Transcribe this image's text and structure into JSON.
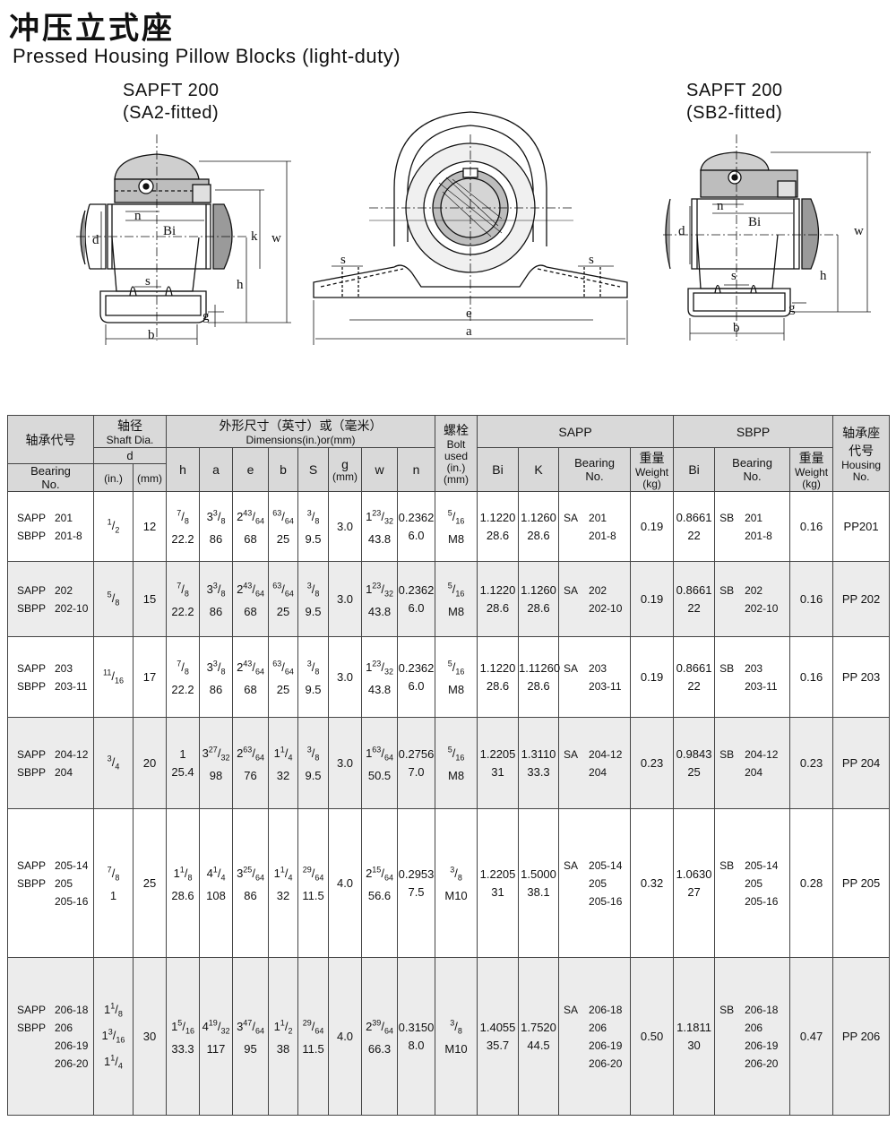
{
  "header": {
    "title_cn": "冲压立式座",
    "title_en": "Pressed Housing Pillow Blocks (light-duty)",
    "left_caption": [
      "SAPFT 200",
      "(SA2-fitted)"
    ],
    "right_caption": [
      "SAPFT 200",
      "(SB2-fitted)"
    ]
  },
  "drawing": {
    "left_labels": [
      "n",
      "Bi",
      "d",
      "k",
      "w",
      "s",
      "h",
      "g",
      "b"
    ],
    "center_labels": [
      "s",
      "s",
      "e",
      "a"
    ],
    "right_labels": [
      "n",
      "Bi",
      "d",
      "w",
      "s",
      "h",
      "g",
      "b"
    ]
  },
  "table": {
    "h_model_cn": "轴承代号",
    "h_model_en": [
      "Bearing",
      "No."
    ],
    "h_shaft_cn": "轴径",
    "h_shaft_en": "Shaft Dia.",
    "h_d": "d",
    "h_in": "(in.)",
    "h_mm": "(mm)",
    "h_dims_cn": "外形尺寸（英寸）或（毫米）",
    "h_dims_en": "Dimensions(in.)or(mm)",
    "h_cols": [
      "h",
      "a",
      "e",
      "b",
      "S"
    ],
    "h_g": "g",
    "h_g_unit": "(mm)",
    "h_w": "w",
    "h_n": "n",
    "h_bolt_cn": "螺栓",
    "h_bolt_en": [
      "Bolt",
      "used",
      "(in.)",
      "(mm)"
    ],
    "h_sapp": "SAPP",
    "h_sbpp": "SBPP",
    "h_bi": "Bi",
    "h_k": "K",
    "h_bearing_no": [
      "Bearing",
      "No."
    ],
    "h_weight_cn": "重量",
    "h_weight_en": [
      "Weight",
      "(kg)"
    ],
    "h_housing_cn": [
      "轴承座",
      "代号"
    ],
    "h_housing_en": [
      "Housing",
      "No."
    ],
    "rows": [
      {
        "prefix": [
          "SAPP",
          "SBPP"
        ],
        "models": [
          "201",
          "201-8"
        ],
        "shaft_in": [
          "1/2"
        ],
        "shaft_mm": "12",
        "h": [
          "7/8",
          "22.2"
        ],
        "a": [
          "3 3/8",
          "86"
        ],
        "e": [
          "2 43/64",
          "68"
        ],
        "b": [
          "63/64",
          "25"
        ],
        "s": [
          "3/8",
          "9.5"
        ],
        "g": "3.0",
        "w": [
          "1 23/32",
          "43.8"
        ],
        "n": [
          "0.2362",
          "6.0"
        ],
        "bolt": [
          "5/16",
          "M8"
        ],
        "sapp_bi": [
          "1.1220",
          "28.6"
        ],
        "sapp_k": [
          "1.1260",
          "28.6"
        ],
        "sapp_pfx": "SA",
        "sapp_no": [
          "201",
          "201-8"
        ],
        "sapp_wt": "0.19",
        "sbpp_bi": [
          "0.8661",
          "22"
        ],
        "sbpp_pfx": "SB",
        "sbpp_no": [
          "201",
          "201-8"
        ],
        "sbpp_wt": "0.16",
        "housing": "PP201"
      },
      {
        "prefix": [
          "SAPP",
          "SBPP"
        ],
        "models": [
          "202",
          "202-10"
        ],
        "shaft_in": [
          "5/8"
        ],
        "shaft_mm": "15",
        "h": [
          "7/8",
          "22.2"
        ],
        "a": [
          "3 3/8",
          "86"
        ],
        "e": [
          "2 43/64",
          "68"
        ],
        "b": [
          "63/64",
          "25"
        ],
        "s": [
          "3/8",
          "9.5"
        ],
        "g": "3.0",
        "w": [
          "1 23/32",
          "43.8"
        ],
        "n": [
          "0.2362",
          "6.0"
        ],
        "bolt": [
          "5/16",
          "M8"
        ],
        "sapp_bi": [
          "1.1220",
          "28.6"
        ],
        "sapp_k": [
          "1.1260",
          "28.6"
        ],
        "sapp_pfx": "SA",
        "sapp_no": [
          "202",
          "202-10"
        ],
        "sapp_wt": "0.19",
        "sbpp_bi": [
          "0.8661",
          "22"
        ],
        "sbpp_pfx": "SB",
        "sbpp_no": [
          "202",
          "202-10"
        ],
        "sbpp_wt": "0.16",
        "housing": "PP 202"
      },
      {
        "prefix": [
          "SAPP",
          "SBPP"
        ],
        "models": [
          "203",
          "203-11"
        ],
        "shaft_in": [
          "11/16"
        ],
        "shaft_mm": "17",
        "h": [
          "7/8",
          "22.2"
        ],
        "a": [
          "3 3/8",
          "86"
        ],
        "e": [
          "2 43/64",
          "68"
        ],
        "b": [
          "63/64",
          "25"
        ],
        "s": [
          "3/8",
          "9.5"
        ],
        "g": "3.0",
        "w": [
          "1 23/32",
          "43.8"
        ],
        "n": [
          "0.2362",
          "6.0"
        ],
        "bolt": [
          "5/16",
          "M8"
        ],
        "sapp_bi": [
          "1.1220",
          "28.6"
        ],
        "sapp_k": [
          "1.11260",
          "28.6"
        ],
        "sapp_pfx": "SA",
        "sapp_no": [
          "203",
          "203-11"
        ],
        "sapp_wt": "0.19",
        "sbpp_bi": [
          "0.8661",
          "22"
        ],
        "sbpp_pfx": "SB",
        "sbpp_no": [
          "203",
          "203-11"
        ],
        "sbpp_wt": "0.16",
        "housing": "PP 203"
      },
      {
        "prefix": [
          "SAPP",
          "SBPP"
        ],
        "models": [
          "204-12",
          "204"
        ],
        "shaft_in": [
          "3/4"
        ],
        "shaft_mm": "20",
        "h": [
          "1",
          "25.4"
        ],
        "a": [
          "3 27/32",
          "98"
        ],
        "e": [
          "2 63/64",
          "76"
        ],
        "b": [
          "1 1/4",
          "32"
        ],
        "s": [
          "3/8",
          "9.5"
        ],
        "g": "3.0",
        "w": [
          "1 63/64",
          "50.5"
        ],
        "n": [
          "0.2756",
          "7.0"
        ],
        "bolt": [
          "5/16",
          "M8"
        ],
        "sapp_bi": [
          "1.2205",
          "31"
        ],
        "sapp_k": [
          "1.3110",
          "33.3"
        ],
        "sapp_pfx": "SA",
        "sapp_no": [
          "204-12",
          "204"
        ],
        "sapp_wt": "0.23",
        "sbpp_bi": [
          "0.9843",
          "25"
        ],
        "sbpp_pfx": "SB",
        "sbpp_no": [
          "204-12",
          "204"
        ],
        "sbpp_wt": "0.23",
        "housing": "PP 204"
      },
      {
        "prefix": [
          "SAPP",
          "SBPP"
        ],
        "models": [
          "205-14",
          "205",
          "205-16"
        ],
        "shaft_in": [
          "7/8",
          "1"
        ],
        "shaft_mm": "25",
        "h": [
          "1 1/8",
          "28.6"
        ],
        "a": [
          "4 1/4",
          "108"
        ],
        "e": [
          "3 25/64",
          "86"
        ],
        "b": [
          "1 1/4",
          "32"
        ],
        "s": [
          "29/64",
          "11.5"
        ],
        "g": "4.0",
        "w": [
          "2 15/64",
          "56.6"
        ],
        "n": [
          "0.2953",
          "7.5"
        ],
        "bolt": [
          "3/8",
          "M10"
        ],
        "sapp_bi": [
          "1.2205",
          "31"
        ],
        "sapp_k": [
          "1.5000",
          "38.1"
        ],
        "sapp_pfx": "SA",
        "sapp_no": [
          "205-14",
          "205",
          "205-16"
        ],
        "sapp_wt": "0.32",
        "sbpp_bi": [
          "1.0630",
          "27"
        ],
        "sbpp_pfx": "SB",
        "sbpp_no": [
          "205-14",
          "205",
          "205-16"
        ],
        "sbpp_wt": "0.28",
        "housing": "PP 205"
      },
      {
        "prefix": [
          "SAPP",
          "SBPP"
        ],
        "models": [
          "206-18",
          "206",
          "206-19",
          "206-20"
        ],
        "shaft_in": [
          "1 1/8",
          "1 3/16",
          "1 1/4"
        ],
        "shaft_mm": "30",
        "h": [
          "1 5/16",
          "33.3"
        ],
        "a": [
          "4 19/32",
          "117"
        ],
        "e": [
          "3 47/64",
          "95"
        ],
        "b": [
          "1 1/2",
          "38"
        ],
        "s": [
          "29/64",
          "11.5"
        ],
        "g": "4.0",
        "w": [
          "2 39/64",
          "66.3"
        ],
        "n": [
          "0.3150",
          "8.0"
        ],
        "bolt": [
          "3/8",
          "M10"
        ],
        "sapp_bi": [
          "1.4055",
          "35.7"
        ],
        "sapp_k": [
          "1.7520",
          "44.5"
        ],
        "sapp_pfx": "SA",
        "sapp_no": [
          "206-18",
          "206",
          "206-19",
          "206-20"
        ],
        "sapp_wt": "0.50",
        "sbpp_bi": [
          "1.1811",
          "30"
        ],
        "sbpp_pfx": "SB",
        "sbpp_no": [
          "206-18",
          "206",
          "206-19",
          "206-20"
        ],
        "sbpp_wt": "0.47",
        "housing": "PP 206"
      }
    ]
  }
}
